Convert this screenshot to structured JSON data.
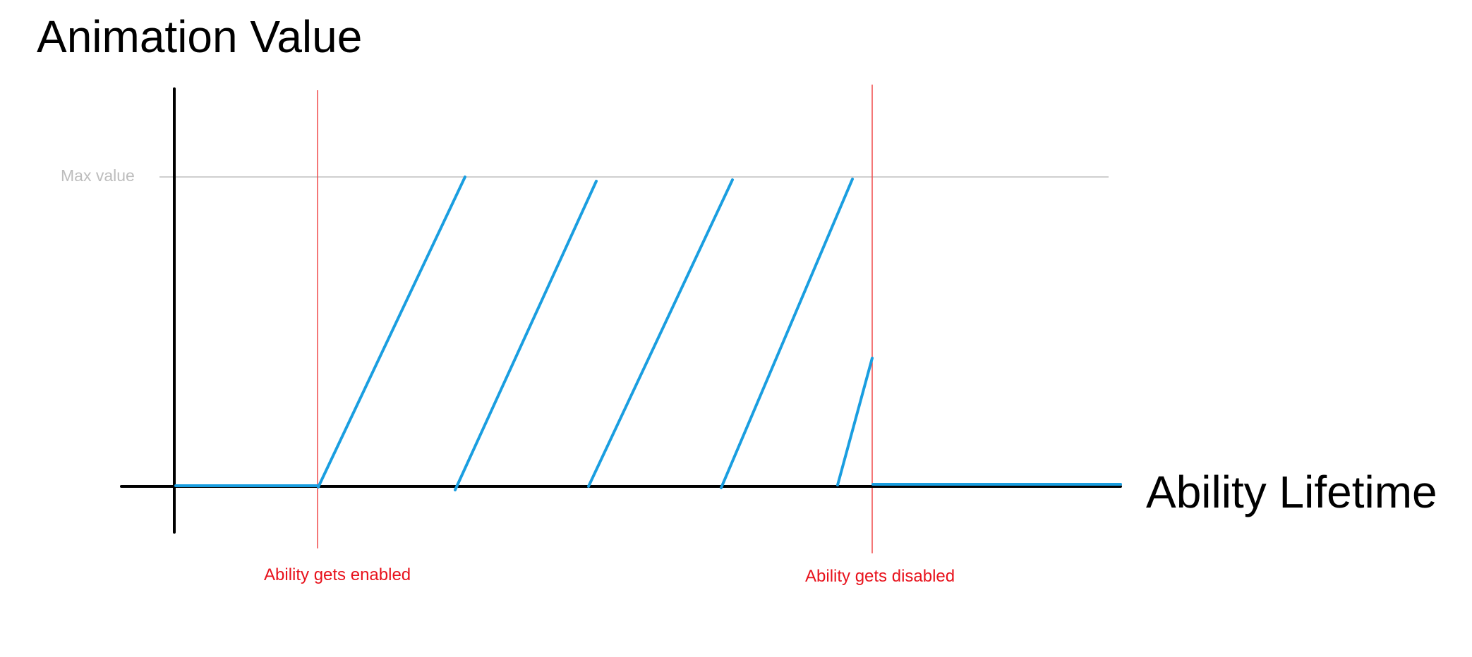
{
  "diagram": {
    "y_axis_title": "Animation Value",
    "x_axis_title": "Ability Lifetime",
    "max_value_label": "Max value",
    "events": [
      {
        "label": "Ability gets enabled"
      },
      {
        "label": "Ability gets disabled"
      }
    ],
    "colors": {
      "axis": "#000000",
      "curve": "#1a9ee0",
      "event_line": "#f04a4a",
      "event_text": "#e8121c",
      "max_guideline": "#cfcfcf",
      "max_text": "#bdbdbd"
    }
  }
}
